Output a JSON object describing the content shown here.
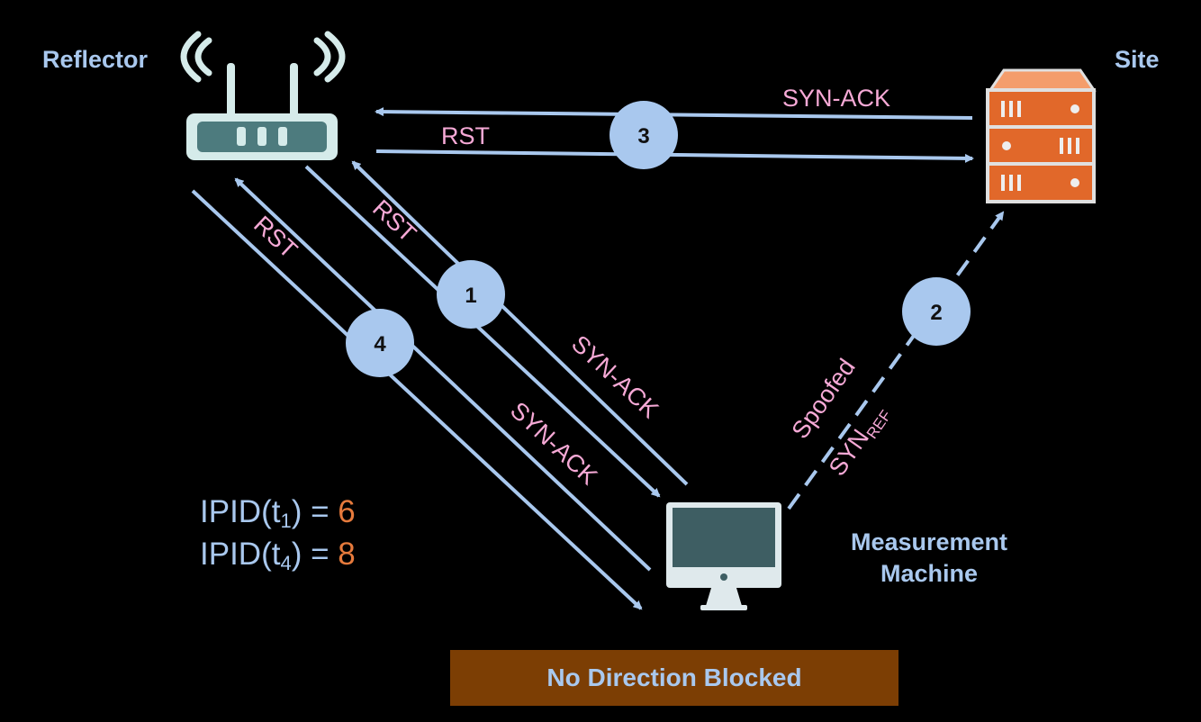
{
  "nodes": {
    "reflector": "Reflector",
    "site": "Site",
    "measurement_line1": "Measurement",
    "measurement_line2": "Machine"
  },
  "steps": [
    "1",
    "2",
    "3",
    "4"
  ],
  "arrows": {
    "rst_top": "RST",
    "synack_top": "SYN-ACK",
    "rst_1": "RST",
    "synack_1": "SYN-ACK",
    "rst_4": "RST",
    "synack_4": "SYN-ACK",
    "spoofed": "Spoofed",
    "syn": "SYN",
    "syn_sub": "REF"
  },
  "ipid": {
    "prefix": "IPID(t",
    "t1_sub": "1",
    "t4_sub": "4",
    "suffix": ") = ",
    "t1_value": "6",
    "t4_value": "8"
  },
  "banner": "No Direction Blocked",
  "colors": {
    "arrow": "#a9c8ee",
    "label_pink": "#f6a9d6",
    "value_orange": "#e67a3c",
    "server": "#e1682a",
    "banner_bg": "#7c3e04",
    "screen": "#3e5e63"
  }
}
